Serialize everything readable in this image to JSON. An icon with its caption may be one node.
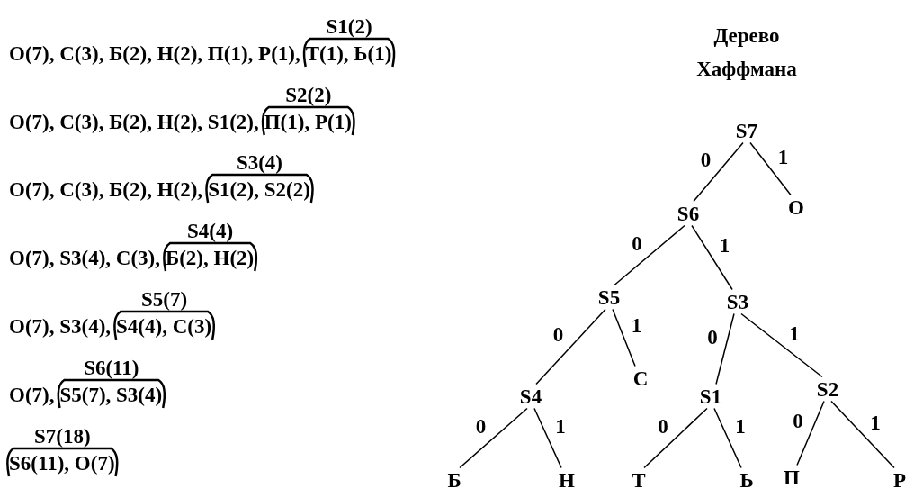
{
  "diagram": {
    "title": "Дерево Хаффмана",
    "nodes": [
      {
        "text": [
          "S7"
        ]
      },
      {
        "text": [
          "S6"
        ]
      },
      {
        "text": [
          "О"
        ]
      },
      {
        "text": [
          "S5"
        ]
      },
      {
        "text": [
          "S3"
        ]
      },
      {
        "text": [
          "S4"
        ]
      },
      {
        "text": [
          "С"
        ]
      },
      {
        "text": [
          "S1"
        ]
      },
      {
        "text": [
          "S2"
        ]
      },
      {
        "text": [
          "Б"
        ]
      },
      {
        "text": [
          "Н"
        ]
      },
      {
        "text": [
          "Т"
        ]
      },
      {
        "text": [
          "Ь"
        ]
      },
      {
        "text": [
          "П"
        ]
      },
      {
        "text": [
          "Р"
        ]
      }
    ],
    "edges": [
      {
        "from": 0,
        "to": 1,
        "arrow": "none",
        "label": "0"
      },
      {
        "from": 0,
        "to": 2,
        "arrow": "none",
        "label": "1"
      },
      {
        "from": 1,
        "to": 3,
        "arrow": "none",
        "label": "0"
      },
      {
        "from": 1,
        "to": 4,
        "arrow": "none",
        "label": "1"
      },
      {
        "from": 3,
        "to": 5,
        "arrow": "none",
        "label": "0"
      },
      {
        "from": 3,
        "to": 6,
        "arrow": "none",
        "label": "1"
      },
      {
        "from": 4,
        "to": 7,
        "arrow": "none",
        "label": "0"
      },
      {
        "from": 4,
        "to": 8,
        "arrow": "none",
        "label": "1"
      },
      {
        "from": 5,
        "to": 9,
        "arrow": "none",
        "label": "0"
      },
      {
        "from": 5,
        "to": 10,
        "arrow": "none",
        "label": "1"
      },
      {
        "from": 7,
        "to": 11,
        "arrow": "none",
        "label": "0"
      },
      {
        "from": 7,
        "to": 12,
        "arrow": "none",
        "label": "1"
      },
      {
        "from": 8,
        "to": 13,
        "arrow": "none",
        "label": "0"
      },
      {
        "from": 8,
        "to": 14,
        "arrow": "none",
        "label": "1"
      }
    ],
    "labels": [
      "S1(2)",
      "О(7), С(3), Б(2), Н(2), П(1), Р(1),",
      "Т(1), Ь(1)",
      "S2(2)",
      "О(7), С(3), Б(2), Н(2), S1(2),",
      "П(1), Р(1)",
      "S3(4)",
      "О(7), С(3), Б(2), Н(2),",
      "S1(2), S2(2)",
      "S4(4)",
      "О(7), S3(4), С(3),",
      "Б(2), Н(2)",
      "S5(7)",
      "О(7), S3(4),",
      "S4(4), С(3)",
      "S6(11)",
      "О(7),",
      "S5(7), S3(4)",
      "S7(18)",
      "S6(11), О(7)"
    ]
  }
}
